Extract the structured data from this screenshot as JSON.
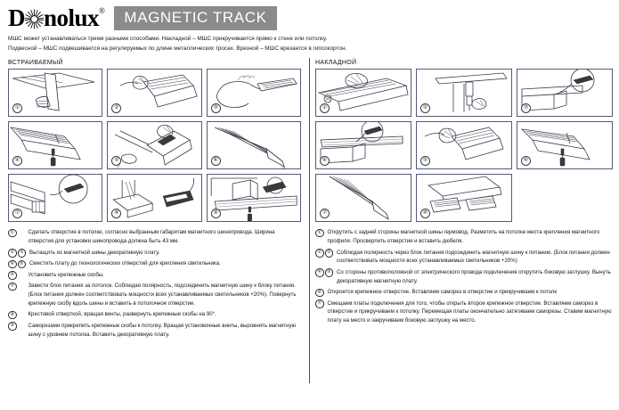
{
  "header": {
    "brand_prefix": "D",
    "brand_suffix": "nolux",
    "brand_registered": "®",
    "brand_full": "Donolux",
    "banner_label": "MAGNETIC TRACK",
    "banner_bg": "#8b8b8b",
    "banner_fg": "#ffffff",
    "logo_icon": "sunburst-icon"
  },
  "intro": {
    "line1": "МШС может устанавливаться тремя разными способами. Накладной – МШС прикручивается прямо к стене или потолку.",
    "line2": "Подвесной – МШС подвешивается на регулируемых по длине металлических тросах. Врезной – МШС врезается в гипсокортон."
  },
  "sections": {
    "left_title": "ВСТРАИВАЕМЫЙ",
    "right_title": "НАКЛАДНОЙ"
  },
  "left_column": {
    "panels": [
      {
        "num": "①",
        "name": "panel-ceiling-hole-cut"
      },
      {
        "num": "②",
        "name": "panel-pull-decorative-plate"
      },
      {
        "num": "③",
        "name": "panel-hand-removing-plate"
      },
      {
        "num": "④",
        "name": "panel-screwdriver-shift-plate"
      },
      {
        "num": "⑤",
        "name": "panel-mounting-bracket-install"
      },
      {
        "num": "⑥",
        "name": "panel-profile-with-brackets"
      },
      {
        "num": "⑦",
        "name": "panel-power-supply-connect"
      },
      {
        "num": "⑧",
        "name": "panel-rotate-brackets-90"
      },
      {
        "num": "⑨",
        "name": "panel-screw-to-ceiling"
      }
    ],
    "steps": [
      {
        "markers": [
          "①"
        ],
        "text": "Сделать отверстие в потолке, согласно выбранным габаритам магнитного шинопровода. Ширина отверстия для установки шинопровода должна быть 43 мм.",
        "indented": true
      },
      {
        "markers": [
          "②",
          "③"
        ],
        "text": "Вытащить из магнитной шины декоративную плату.",
        "indented": false
      },
      {
        "markers": [
          "④",
          "⑤"
        ],
        "text": "Сместить плату до технологических отверстий для крепления светильника.",
        "indented": false
      },
      {
        "markers": [
          "⑥"
        ],
        "text": "Установить крепежные скобы.",
        "indented": true
      },
      {
        "markers": [
          "⑦"
        ],
        "text": "Завести блок питания за потолок.  Соблюдая полярность, подсоединить магнитную шину к блоку питания. (Блок питания должен соответствовать мощности всех устанавливаемых  светильников +20%). Повернуть крепежную скобу вдоль шины и вставить в потолочное отверстие.",
        "indented": true
      },
      {
        "markers": [
          "⑧"
        ],
        "text": "Крестовой отверткой, вращая винты, развернуть крепежные скобы на 90°.",
        "indented": true
      },
      {
        "markers": [
          "⑨"
        ],
        "text": "Саморезами прикрепить крепежные скобы к потолку. Вращая установочные винты, выровнять магнитную шину с уровнем потолка. Вставить декоративную плату.",
        "indented": true
      }
    ]
  },
  "right_column": {
    "panels": [
      {
        "num": "①",
        "name": "panel-unscrew-gland"
      },
      {
        "num": "②",
        "name": "panel-drill-ceiling"
      },
      {
        "num": "③",
        "name": "panel-connect-power-detail"
      },
      {
        "num": "④",
        "name": "panel-mount-to-ceiling"
      },
      {
        "num": "⑤",
        "name": "panel-insert-wire-into-profile"
      },
      {
        "num": "⑥",
        "name": "panel-screwdriver-fix"
      },
      {
        "num": "⑦",
        "name": "panel-assembled-profile"
      },
      {
        "num": "⑧",
        "name": "panel-end-caps-and-plate"
      }
    ],
    "steps": [
      {
        "markers": [
          "①"
        ],
        "text": "Открутить с задней стороны магнитной шины гермовод. Разметить на потолке места крепления магнитного профиля. Просверлить отверстия и вставить дюбеля."
      },
      {
        "markers": [
          "②",
          "③"
        ],
        "text": "Соблюдая полярность через блок питания подсоединить магнитную шину к питанию. (Блок питания должен соответствовать мощности всех устанавливаемых  светильников +20%)"
      },
      {
        "markers": [
          "④",
          "⑤"
        ],
        "text": "Со стороны противоположной от электрического провода подключения открутить боковую заглушку. Вынуть декоративную магнитную плату."
      },
      {
        "markers": [
          "⑥"
        ],
        "text": "Откроется крепежное отверстие. Вставляем саморез в отверстие и прикручиваем к потолк"
      },
      {
        "markers": [
          "⑦"
        ],
        "text": "Смещаем платы подключения для того, чтобы открыть второе крепежное отверстие. Вставляем саморез в отверстие и прикручиваем к потолку.  Перемещая платы окончательно затягиваем саморезы. Ставим магнитную плату на место и закручиваем боковую заглушку на место."
      }
    ]
  }
}
